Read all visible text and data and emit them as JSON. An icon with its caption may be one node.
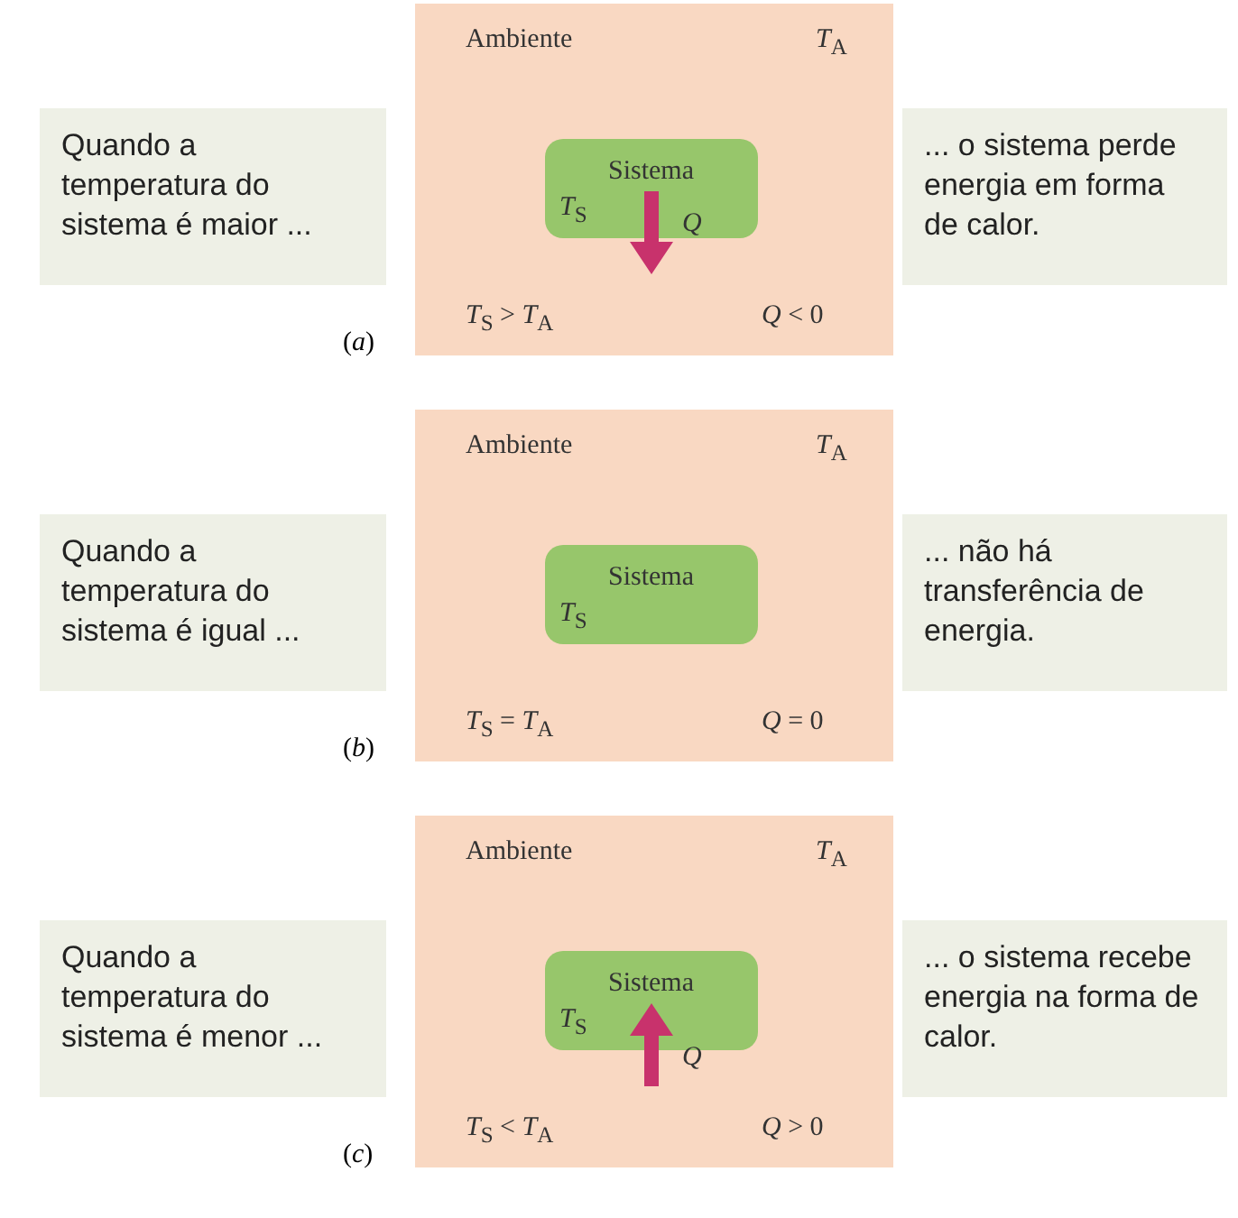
{
  "diagram": {
    "nodes": [
      {
        "text": [
          "Quando a temperatura do sistema é maior ..."
        ]
      },
      {
        "text": [
          "Ambiente",
          "*T*$_{A}$",
          "*T*$_{S}$ > *T*$_{A}$",
          "*Q* < 0"
        ],
        "beside": [
          "(*a*)"
        ]
      },
      {
        "text": [
          "Sistema",
          "*T*$_{S}$"
        ],
        "in": 1
      },
      {
        "text": [
          "... o sistema perde energia em forma de calor."
        ]
      },
      {
        "text": [
          "Quando a temperatura do sistema é igual ..."
        ]
      },
      {
        "text": [
          "Ambiente",
          "*T*$_{A}$",
          "*T*$_{S}$ = *T*$_{A}$",
          "*Q* = 0"
        ],
        "beside": [
          "(*b*)"
        ]
      },
      {
        "text": [
          "Sistema",
          "*T*$_{S}$"
        ],
        "in": 5
      },
      {
        "text": [
          "... não há transferência de energia."
        ]
      },
      {
        "text": [
          "Quando a temperatura do sistema é menor ..."
        ]
      },
      {
        "text": [
          "Ambiente",
          "*T*$_{A}$",
          "*T*$_{S}$ < *T*$_{A}$",
          "*Q* > 0"
        ],
        "beside": [
          "(*c*)"
        ]
      },
      {
        "text": [
          "Sistema",
          "*T*$_{S}$"
        ],
        "in": 9
      },
      {
        "text": [
          "... o sistema recebe energia na forma de calor."
        ]
      }
    ],
    "labels": [
      "*Q*",
      "*Q*"
    ]
  }
}
